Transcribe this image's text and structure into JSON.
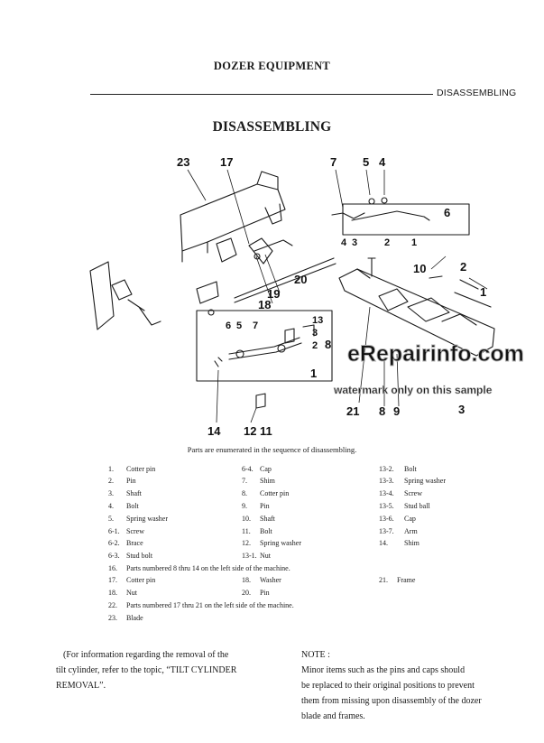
{
  "header": {
    "title": "DOZER EQUIPMENT",
    "section": "DISASSEMBLING"
  },
  "page_title": "DISASSEMBLING",
  "diagram": {
    "callouts": [
      "23",
      "17",
      "7",
      "5",
      "4",
      "6",
      "4",
      "3",
      "2",
      "1",
      "10",
      "2",
      "1",
      "18",
      "19",
      "20",
      "13",
      "6",
      "5",
      "7",
      "3",
      "2",
      "8",
      "1",
      "21",
      "8",
      "9",
      "3",
      "14",
      "12",
      "11"
    ],
    "watermark_primary": "eRepairinfo.com",
    "watermark_secondary": "watermark only on this sample"
  },
  "caption": "Parts are enumerated in the sequence of disassembling.",
  "parts": [
    {
      "n": "1.",
      "t": "Cotter pin"
    },
    {
      "n": "2.",
      "t": "Pin"
    },
    {
      "n": "3.",
      "t": "Shaft"
    },
    {
      "n": "4.",
      "t": "Bolt"
    },
    {
      "n": "5.",
      "t": "Spring washer"
    },
    {
      "n": "6-1.",
      "t": "Screw"
    },
    {
      "n": "6-2.",
      "t": "Brace"
    },
    {
      "n": "6-3.",
      "t": "Stud bolt"
    },
    {
      "n": "6-4.",
      "t": "Cap"
    },
    {
      "n": "7.",
      "t": "Shim"
    },
    {
      "n": "8.",
      "t": "Cotter pin"
    },
    {
      "n": "9.",
      "t": "Pin"
    },
    {
      "n": "10.",
      "t": "Shaft"
    },
    {
      "n": "11.",
      "t": "Bolt"
    },
    {
      "n": "12.",
      "t": "Spring washer"
    },
    {
      "n": "13-1.",
      "t": "Nut"
    },
    {
      "n": "13-2.",
      "t": "Bolt"
    },
    {
      "n": "13-3.",
      "t": "Spring washer"
    },
    {
      "n": "13-4.",
      "t": "Screw"
    },
    {
      "n": "13-5.",
      "t": "Stud ball"
    },
    {
      "n": "13-6.",
      "t": "Cap"
    },
    {
      "n": "13-7.",
      "t": "Arm"
    },
    {
      "n": "14.",
      "t": "Shim"
    },
    {
      "n": "16.",
      "t": "Parts numbered 8 thru 14 on the left side of the machine."
    },
    {
      "n": "17.",
      "t": "Cotter pin"
    },
    {
      "n": "18.",
      "t": "Washer"
    },
    {
      "n": "21.",
      "t": "Frame"
    },
    {
      "n": "18.",
      "t": "Nut"
    },
    {
      "n": "20.",
      "t": "Pin"
    },
    {
      "n": "22.",
      "t": "Parts numbered 17 thru 21 on the left side of the machine."
    },
    {
      "n": "23.",
      "t": "Blade"
    }
  ],
  "info_paragraph": {
    "lines": [
      "(For information regarding the removal of the",
      "tilt cylinder, refer to the topic, “TILT CYLINDER",
      "REMOVAL”."
    ]
  },
  "note": {
    "heading": "NOTE :",
    "lines": [
      "Minor items such as the pins and caps should",
      "be replaced to their original positions to prevent",
      "them from missing upon disassembly of the dozer",
      "blade and frames."
    ]
  }
}
